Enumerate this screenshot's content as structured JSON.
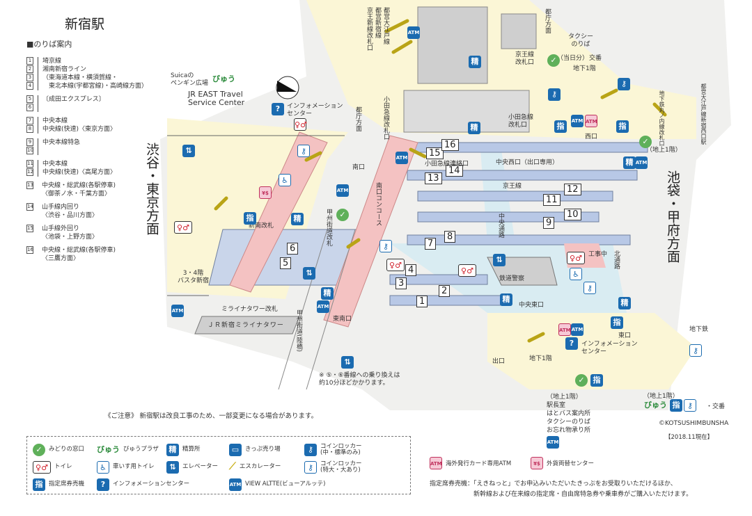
{
  "title": "新宿駅",
  "platform_guide": {
    "heading": "■のりば案内",
    "groups": [
      {
        "nums": "1,2,3,4",
        "text": "埼京線\n湘南新宿ライン\n（東海道本線・横須賀線・\n　東北本線(宇都宮線)・高崎線方面）"
      },
      {
        "nums": "5,6",
        "text": "〔成田エクスプレス〕"
      },
      {
        "nums": "7,8",
        "text": "中央本線\n中央線(快速)〈東京方面〉"
      },
      {
        "nums": "9,10",
        "text": "中央本線特急"
      },
      {
        "nums": "11,12",
        "text": "中央本線\n中央線(快速)〈高尾方面〉"
      },
      {
        "nums": "13",
        "text": "中央線・総武線(各駅停車)\n〈御茶ノ水・千葉方面〉"
      },
      {
        "nums": "14",
        "text": "山手線内回り\n〈渋谷・品川方面〉"
      },
      {
        "nums": "15",
        "text": "山手線外回り\n〈池袋・上野方面〉"
      },
      {
        "nums": "16",
        "text": "中央線・総武線(各駅停車)\n〈三鷹方面〉"
      }
    ]
  },
  "map": {
    "platforms": [
      "1",
      "2",
      "3",
      "4",
      "5",
      "6",
      "7",
      "8",
      "9",
      "10",
      "11",
      "12",
      "13",
      "14",
      "15",
      "16"
    ],
    "labels": [
      "Suicaの\nペンギン広場",
      "JR EAST Travel\nService Center",
      "インフォメーション\nセンター",
      "渋谷・東京方面",
      "新南改札",
      "3・4階\nバスタ新宿",
      "ミライナタワー改札",
      "ＪＲ新宿ミライナタワー",
      "甲州街道(陸橋)",
      "東南口",
      "※ ⑤・⑥番線への乗り換えは\n約10分ほどかかります。",
      "南口",
      "甲州街道改札",
      "南口コンコース",
      "都庁方面",
      "京王新線改札口",
      "都営新宿線",
      "都営大江戸線",
      "小田急線改札口",
      "小田急線連絡口",
      "中央西口（出口専用）",
      "京王線",
      "中央通路",
      "鉄道警察",
      "工事中",
      "北通路",
      "中央東口",
      "東口",
      "インフォメーション\nセンター",
      "地下1階",
      "出口",
      "地下鉄",
      "（地上1階）\n駅長室\nはとバス案内所\nタクシーのりば\nお忘れ物承り所",
      "（地上1階）",
      "・交番",
      "池袋・甲府方面",
      "都庁方面",
      "タクシー\nのりば",
      "（当日分）",
      "交番",
      "地下1階",
      "京王線\n改札口",
      "小田急線\n改札口",
      "西口",
      "（地上1階）",
      "地下鉄丸ノ内線改札口",
      "都営大江戸線新宿西口駅"
    ]
  },
  "notice": "《ご注意》 新宿駅は改良工事のため、一部変更になる場合があります。",
  "legend": {
    "items": [
      {
        "icon": "midori-window-icon",
        "glyph": "✓",
        "label": "みどりの窓口"
      },
      {
        "icon": "view-plaza-icon",
        "glyph": "びゅう",
        "label": "びゅうプラザ"
      },
      {
        "icon": "fare-adjustment-icon",
        "glyph": "精",
        "label": "精算所"
      },
      {
        "icon": "ticket-machine-icon",
        "glyph": "▭",
        "label": "きっぷ売り場"
      },
      {
        "icon": "coin-locker-icon",
        "glyph": "⚷",
        "label": "コインロッカー\n(中・標準のみ)"
      },
      {
        "icon": "toilet-icon",
        "glyph": "♀♂",
        "label": "トイレ"
      },
      {
        "icon": "wheelchair-toilet-icon",
        "glyph": "♿",
        "label": "車いす用トイレ"
      },
      {
        "icon": "elevator-icon",
        "glyph": "⇅",
        "label": "エレベーター"
      },
      {
        "icon": "escalator-icon",
        "glyph": "⟋",
        "label": "エスカレーター"
      },
      {
        "icon": "coin-locker-large-icon",
        "glyph": "⚷",
        "label": "コインロッカー\n(特大・大あり)"
      },
      {
        "icon": "reserved-seat-machine-icon",
        "glyph": "指",
        "label": "指定席券売機"
      },
      {
        "icon": "information-icon",
        "glyph": "?",
        "label": "インフォメーションセンター"
      },
      {
        "icon": "atm-icon",
        "glyph": "ATM",
        "label": "VIEW ALTTE(ビューアルッテ)"
      }
    ],
    "extra": [
      {
        "icon": "foreign-card-atm-icon",
        "glyph": "ATM",
        "label": "海外発行カード専用ATM"
      },
      {
        "icon": "currency-exchange-icon",
        "glyph": "¥$",
        "label": "外貨両替センター"
      }
    ]
  },
  "footnote": "指定席券売機：「えきねっと」でお申込みいただいたきっぷをお受取りいただけるほか、\n　　　　　　　新幹線および在来線の指定席・自由席特急券や乗車券がご購入いただけます。",
  "copyright": "©KOTSUSHIMBUNSHA",
  "as_of": "【2018.11現在】",
  "colors": {
    "concourse": "#f4c2c2",
    "platform": "#b8c8e6",
    "ground": "#fbf6d6",
    "building": "#d8d8d8",
    "icon_blue": "#1b6bb0",
    "escalator": "#e6d33a"
  }
}
